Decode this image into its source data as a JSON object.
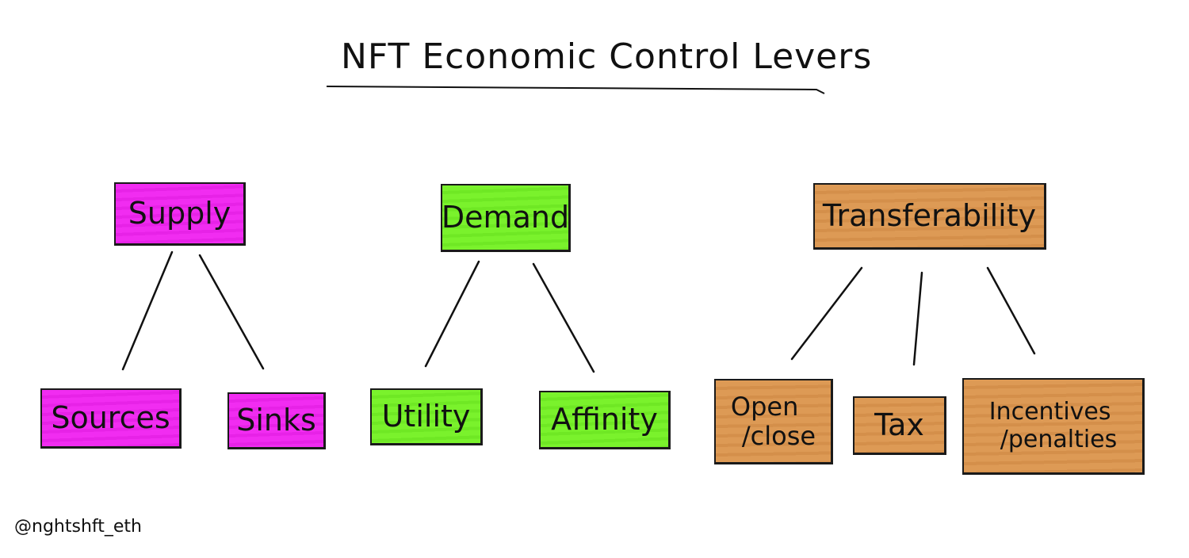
{
  "title": "NFT Economic Control Levers",
  "handle": "@nghtshft_eth",
  "colors": {
    "supply": "#f12cf1",
    "demand": "#7af22c",
    "transferability": "#dd9a55",
    "ink": "#111111"
  },
  "categories": [
    {
      "label": "Supply",
      "children": [
        {
          "label": "Sources"
        },
        {
          "label": "Sinks"
        }
      ]
    },
    {
      "label": "Demand",
      "children": [
        {
          "label": "Utility"
        },
        {
          "label": "Affinity"
        }
      ]
    },
    {
      "label": "Transferability",
      "children": [
        {
          "line1": "Open",
          "line2": "/close"
        },
        {
          "label": "Tax"
        },
        {
          "line1": "Incentives",
          "line2": "/penalties"
        }
      ]
    }
  ]
}
